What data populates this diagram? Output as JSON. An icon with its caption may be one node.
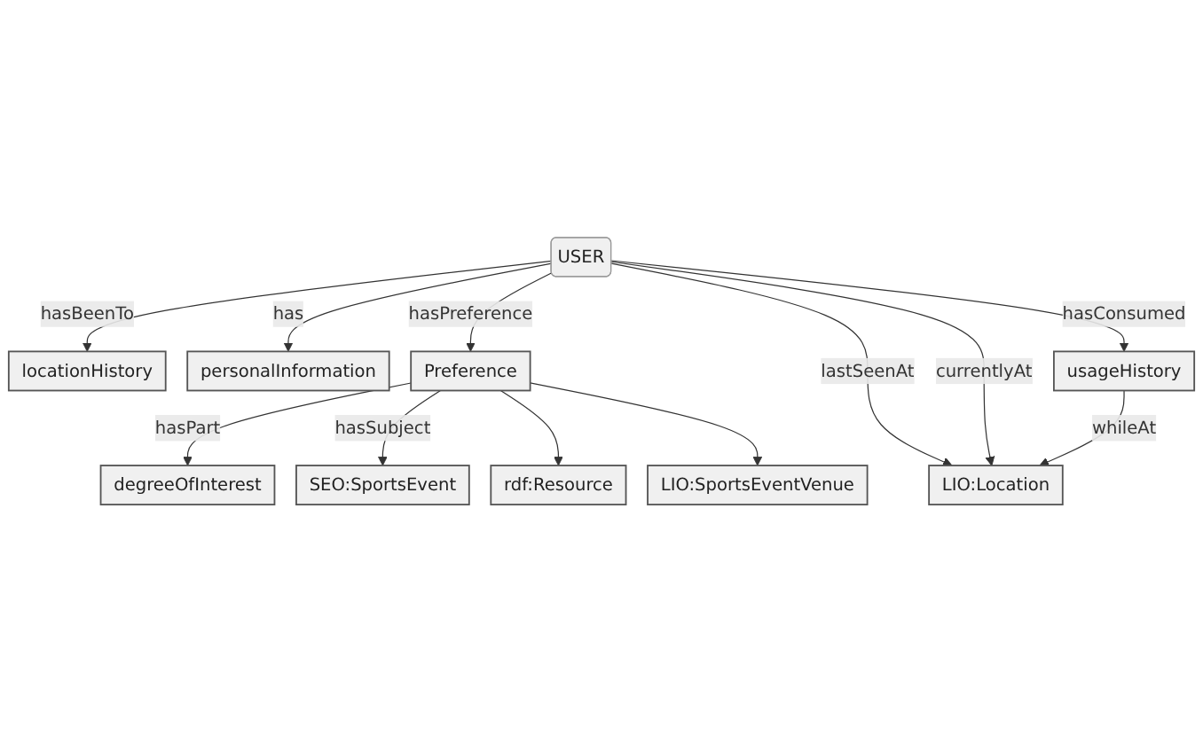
{
  "diagram": {
    "nodes": [
      {
        "text": [
          "USER"
        ]
      },
      {
        "text": [
          "locationHistory"
        ]
      },
      {
        "text": [
          "personalInformation"
        ]
      },
      {
        "text": [
          "Preference"
        ]
      },
      {
        "text": [
          "usageHistory"
        ]
      },
      {
        "text": [
          "LIO:Location"
        ]
      },
      {
        "text": [
          "degreeOfInterest"
        ]
      },
      {
        "text": [
          "LIO:SportsEventVenue"
        ]
      },
      {
        "text": [
          "rdf:Resource"
        ]
      },
      {
        "text": [
          "SEO:SportsEvent"
        ]
      }
    ],
    "edges": [
      {
        "from": 0,
        "to": 2,
        "arrow": "to",
        "label": "has"
      },
      {
        "from": 0,
        "to": 3,
        "arrow": "to",
        "label": "hasPreference"
      },
      {
        "from": 0,
        "to": 5,
        "arrow": "to",
        "label": "lastSeenAt"
      },
      {
        "from": 0,
        "to": 5,
        "arrow": "to",
        "label": "currentlyAt"
      },
      {
        "from": 0,
        "to": 4,
        "arrow": "to",
        "label": "hasConsumed"
      },
      {
        "from": 0,
        "to": 1,
        "arrow": "to",
        "label": "hasBeenTo"
      },
      {
        "from": 4,
        "to": 5,
        "arrow": "to",
        "label": "whileAt"
      },
      {
        "from": 3,
        "to": 6,
        "arrow": "to",
        "label": "hasPart"
      },
      {
        "from": 3,
        "to": 9,
        "arrow": "to",
        "label": "hasSubject"
      },
      {
        "from": 3,
        "to": 8,
        "arrow": "to"
      },
      {
        "from": 3,
        "to": 7,
        "arrow": "to"
      }
    ]
  }
}
